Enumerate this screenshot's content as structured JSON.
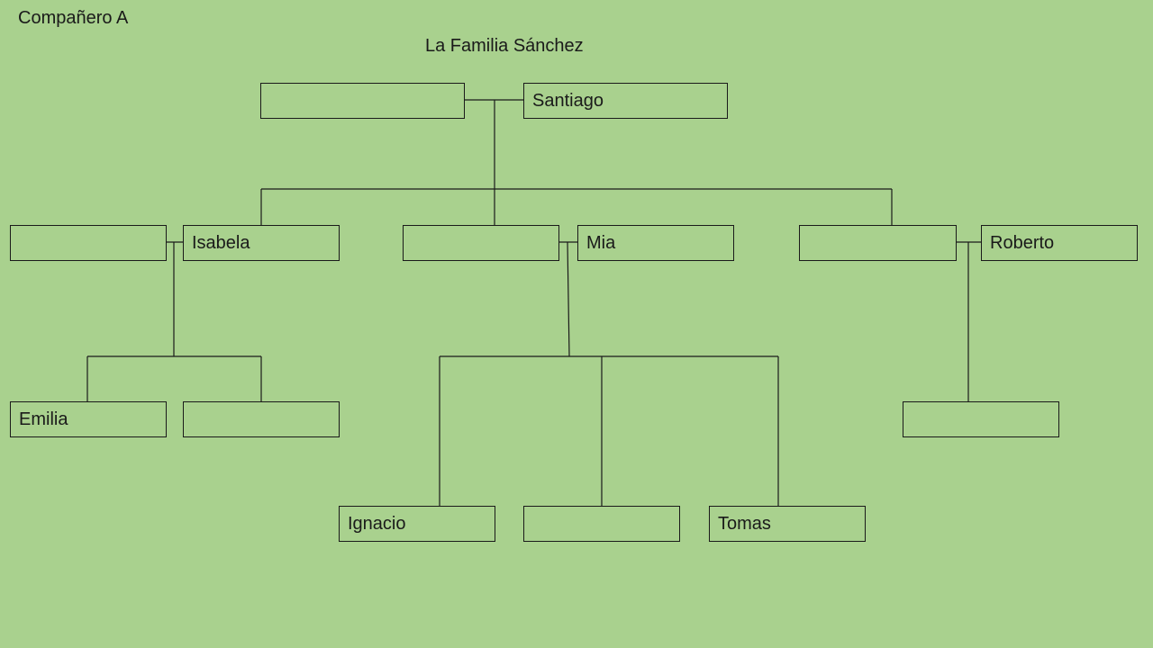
{
  "header": {
    "partner_label": "Compañero A",
    "family_title": "La Familia Sánchez"
  },
  "tree": {
    "generation_1": {
      "unnamed_spouse": "",
      "santiago": "Santiago"
    },
    "generation_2": {
      "isabela_spouse": "",
      "isabela": "Isabela",
      "mia_spouse": "",
      "mia": "Mia",
      "roberto_spouse": "",
      "roberto": "Roberto"
    },
    "generation_3": {
      "emilia": "Emilia",
      "emilia_sibling": "",
      "roberto_child": "",
      "ignacio": "Ignacio",
      "middle_child": "",
      "tomas": "Tomas"
    }
  },
  "colors": {
    "background": "#a9d18e",
    "line": "#1a1a1a"
  }
}
